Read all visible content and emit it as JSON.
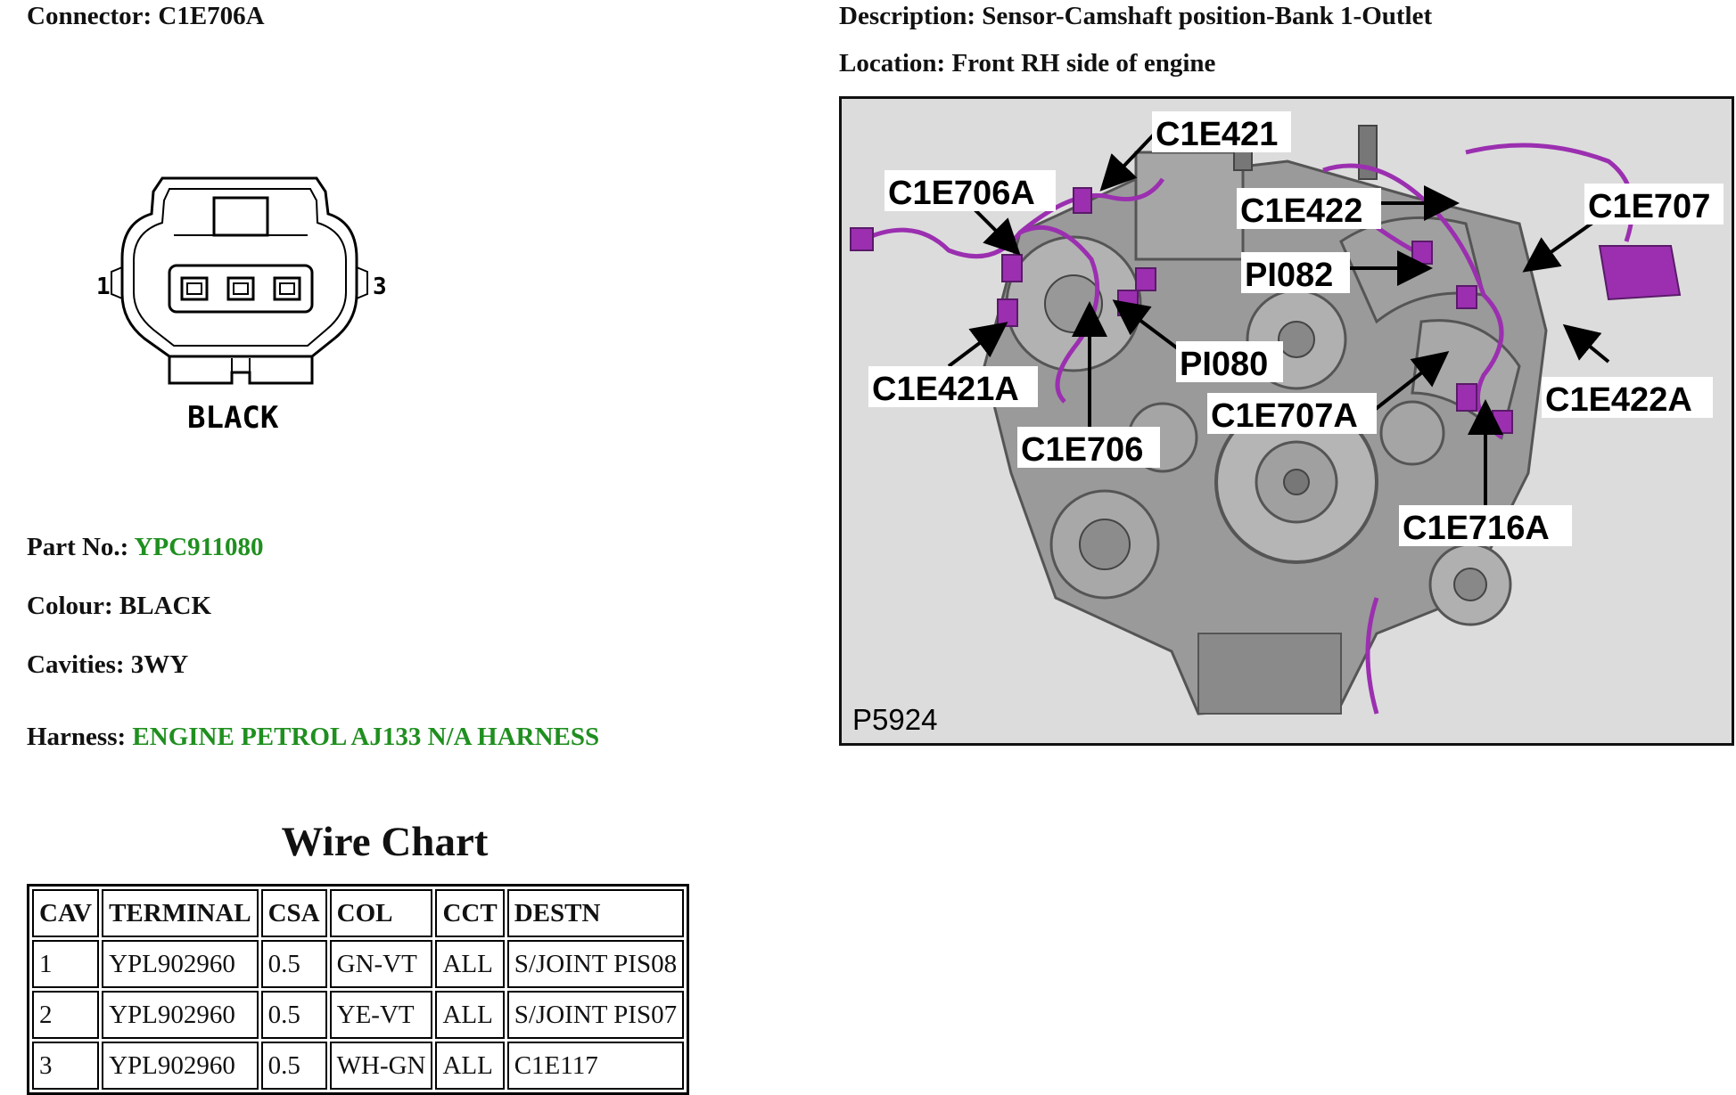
{
  "connector": {
    "label": "Connector:",
    "value": "C1E706A"
  },
  "description": {
    "label": "Description:",
    "value": "Sensor-Camshaft position-Bank 1-Outlet"
  },
  "location": {
    "label": "Location:",
    "value": "Front RH side of engine"
  },
  "part_no": {
    "label": "Part No.:",
    "value": "YPC911080"
  },
  "colour": {
    "label": "Colour:",
    "value": "BLACK"
  },
  "cavities": {
    "label": "Cavities:",
    "value": "3WY"
  },
  "harness": {
    "label": "Harness:",
    "value": "ENGINE PETROL AJ133 N/A HARNESS"
  },
  "connector_drawing": {
    "pin_left": "1",
    "pin_right": "3",
    "colour_label": "BLACK"
  },
  "wire_chart": {
    "title": "Wire Chart",
    "headers": [
      "CAV",
      "TERMINAL",
      "CSA",
      "COL",
      "CCT",
      "DESTN"
    ],
    "rows": [
      [
        "1",
        "YPL902960",
        "0.5",
        "GN-VT",
        "ALL",
        "S/JOINT PIS08"
      ],
      [
        "2",
        "YPL902960",
        "0.5",
        "YE-VT",
        "ALL",
        "S/JOINT PIS07"
      ],
      [
        "3",
        "YPL902960",
        "0.5",
        "WH-GN",
        "ALL",
        "C1E117"
      ]
    ]
  },
  "engine_image": {
    "callouts": [
      "C1E421",
      "C1E706A",
      "C1E422",
      "C1E707",
      "PI082",
      "PI080",
      "C1E421A",
      "C1E707A",
      "C1E422A",
      "C1E706",
      "C1E716A"
    ],
    "figure_id": "P5924"
  },
  "colors": {
    "link_green": "#1f8f1f",
    "harness_purple": "#9b2fb0",
    "figure_background": "#dcdcdc"
  }
}
